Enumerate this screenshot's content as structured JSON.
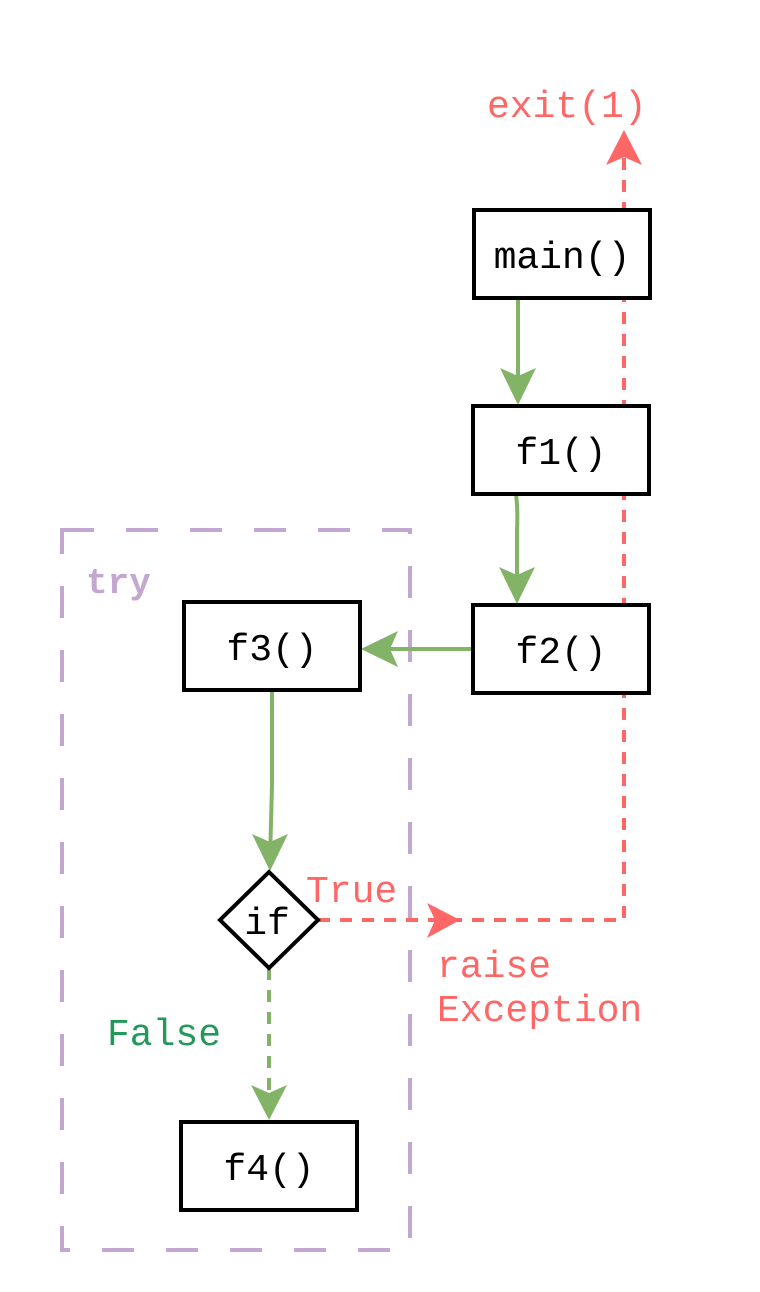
{
  "diagram": {
    "colors": {
      "call_edge": "#82b366",
      "exception_edge": "#ff6666",
      "try_region": "#c3a7d1",
      "false_label": "#22995a",
      "node_border": "#000000"
    },
    "nodes": {
      "main": "main()",
      "f1": "f1()",
      "f2": "f2()",
      "f3": "f3()",
      "f4": "f4()",
      "decision": "if"
    },
    "labels": {
      "exit": "exit(1)",
      "try": "try",
      "true_branch": "True",
      "false_branch": "False",
      "raise_line1": "raise",
      "raise_line2": "Exception"
    },
    "edges": [
      {
        "from": "main",
        "to": "f1",
        "type": "call"
      },
      {
        "from": "f1",
        "to": "f2",
        "type": "call"
      },
      {
        "from": "f2",
        "to": "f3",
        "type": "call"
      },
      {
        "from": "f3",
        "to": "decision",
        "type": "call"
      },
      {
        "from": "decision",
        "to": "f4",
        "type": "false-branch"
      },
      {
        "from": "decision",
        "to": "exit",
        "type": "exception"
      }
    ]
  }
}
